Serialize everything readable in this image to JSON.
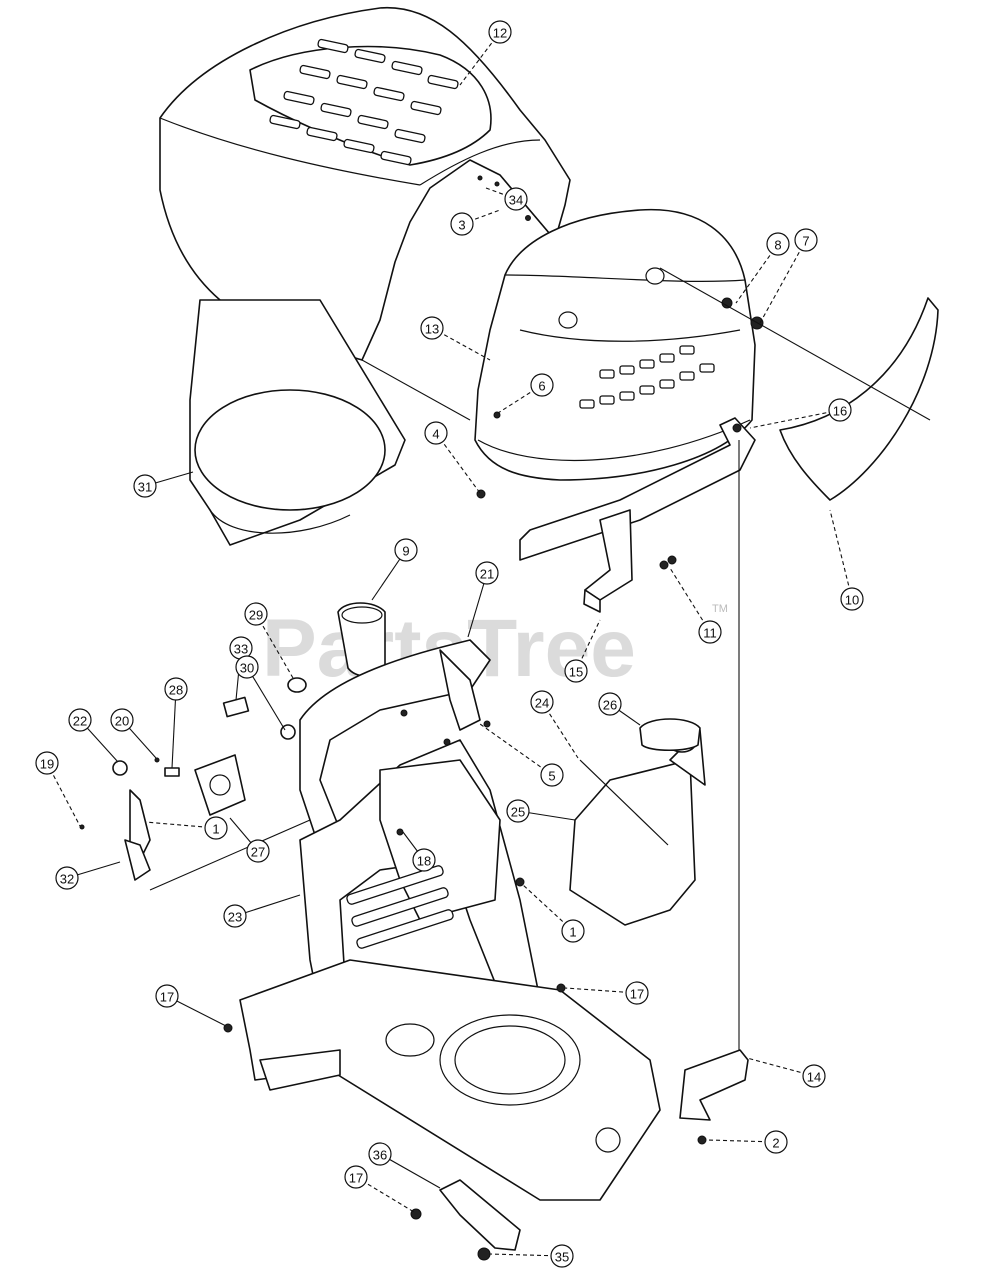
{
  "watermark": {
    "text": "PartsTree",
    "trademark": "TM"
  },
  "callouts": [
    {
      "label": "12"
    },
    {
      "label": "34"
    },
    {
      "label": "3"
    },
    {
      "label": "8"
    },
    {
      "label": "7"
    },
    {
      "label": "13"
    },
    {
      "label": "6"
    },
    {
      "label": "4"
    },
    {
      "label": "16"
    },
    {
      "label": "31"
    },
    {
      "label": "10"
    },
    {
      "label": "9"
    },
    {
      "label": "21"
    },
    {
      "label": "11"
    },
    {
      "label": "29"
    },
    {
      "label": "33"
    },
    {
      "label": "30"
    },
    {
      "label": "28"
    },
    {
      "label": "15"
    },
    {
      "label": "26"
    },
    {
      "label": "24"
    },
    {
      "label": "22"
    },
    {
      "label": "20"
    },
    {
      "label": "19"
    },
    {
      "label": "5"
    },
    {
      "label": "25"
    },
    {
      "label": "1"
    },
    {
      "label": "27"
    },
    {
      "label": "18"
    },
    {
      "label": "32"
    },
    {
      "label": "1"
    },
    {
      "label": "23"
    },
    {
      "label": "17"
    },
    {
      "label": "17"
    },
    {
      "label": "14"
    },
    {
      "label": "2"
    },
    {
      "label": "36"
    },
    {
      "label": "17"
    },
    {
      "label": "35"
    }
  ]
}
